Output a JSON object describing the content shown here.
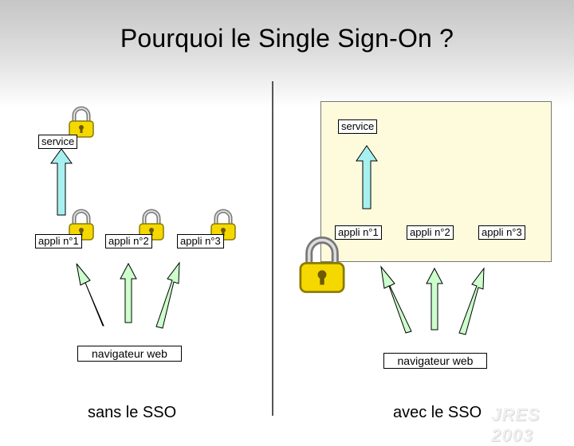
{
  "title": "Pourquoi le Single Sign-On ?",
  "left": {
    "service_label": "service",
    "apps": [
      "appli n°1",
      "appli n°2",
      "appli n°3"
    ],
    "browser_label": "navigateur web",
    "caption": "sans le SSO"
  },
  "right": {
    "service_label": "service",
    "apps": [
      "appli n°1",
      "appli n°2",
      "appli n°3"
    ],
    "browser_label": "navigateur web",
    "caption": "avec le SSO"
  },
  "watermark": "JRES 2003",
  "colors": {
    "arrow_up_fill": "#a8f0f0",
    "arrow_fill": "#ccffcc",
    "lock_body": "#f5d800",
    "panel_bg": "#fdfbdc"
  }
}
